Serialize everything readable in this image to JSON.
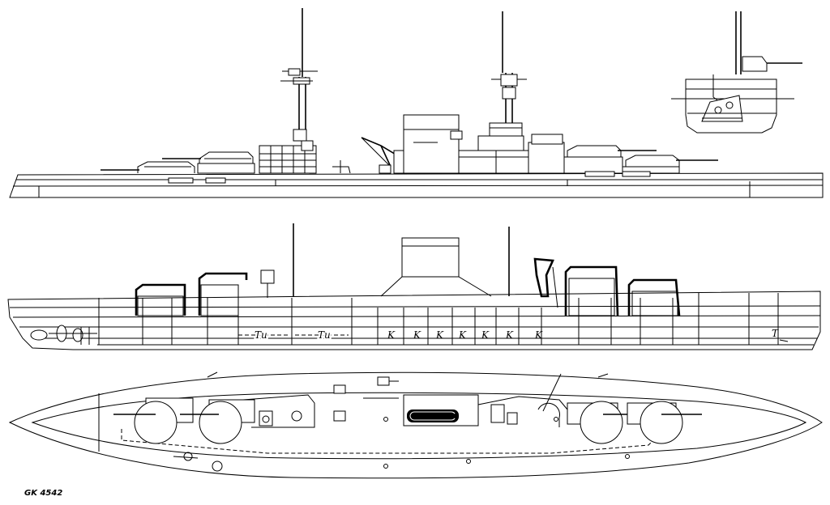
{
  "drawing_number": "GK 4542",
  "compartment_labels": {
    "turbine": "Tu",
    "boiler": "K",
    "trim": "T"
  }
}
